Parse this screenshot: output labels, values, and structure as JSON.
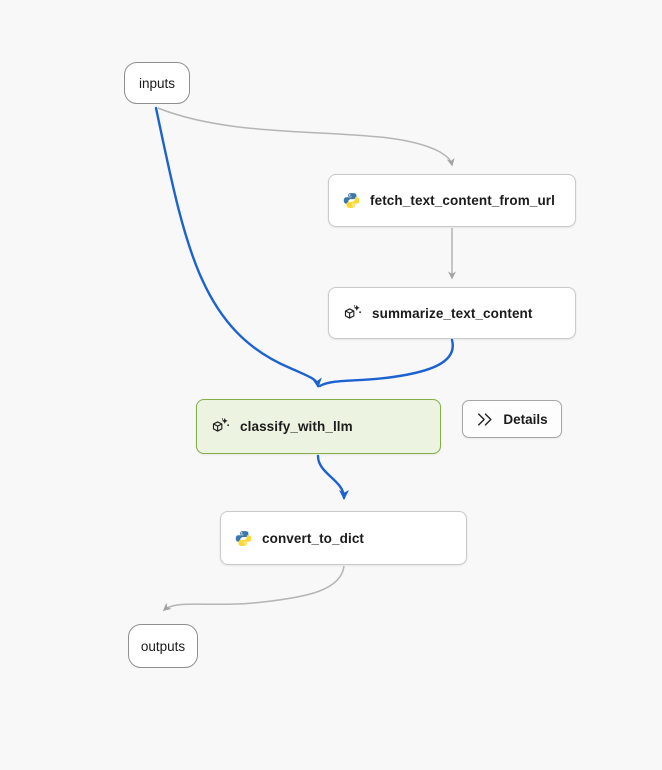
{
  "graph": {
    "nodes": {
      "inputs": {
        "label": "inputs",
        "type": "input"
      },
      "fetch_text_content_from_url": {
        "label": "fetch_text_content_from_url",
        "icon": "python-icon"
      },
      "summarize_text_content": {
        "label": "summarize_text_content",
        "icon": "llm-sparkle-icon"
      },
      "classify_with_llm": {
        "label": "classify_with_llm",
        "icon": "llm-sparkle-icon",
        "selected": true
      },
      "convert_to_dict": {
        "label": "convert_to_dict",
        "icon": "python-icon"
      },
      "outputs": {
        "label": "outputs",
        "type": "output"
      }
    },
    "edges": [
      {
        "from": "inputs",
        "to": "fetch_text_content_from_url",
        "color": "gray"
      },
      {
        "from": "fetch_text_content_from_url",
        "to": "summarize_text_content",
        "color": "gray"
      },
      {
        "from": "inputs",
        "to": "classify_with_llm",
        "color": "blue"
      },
      {
        "from": "summarize_text_content",
        "to": "classify_with_llm",
        "color": "blue"
      },
      {
        "from": "classify_with_llm",
        "to": "convert_to_dict",
        "color": "blue"
      },
      {
        "from": "convert_to_dict",
        "to": "outputs",
        "color": "gray"
      }
    ]
  },
  "details_button": {
    "label": "Details",
    "icon": "double-chevron-right-icon"
  },
  "colors": {
    "background": "#f8f8f8",
    "edge_gray": "#b5b5b5",
    "edge_blue": "#1c62d0",
    "selected_node_border": "#86ad46",
    "selected_node_bg": "#edf3e1",
    "python_blue": "#3b77a8",
    "python_yellow": "#fdd835"
  }
}
